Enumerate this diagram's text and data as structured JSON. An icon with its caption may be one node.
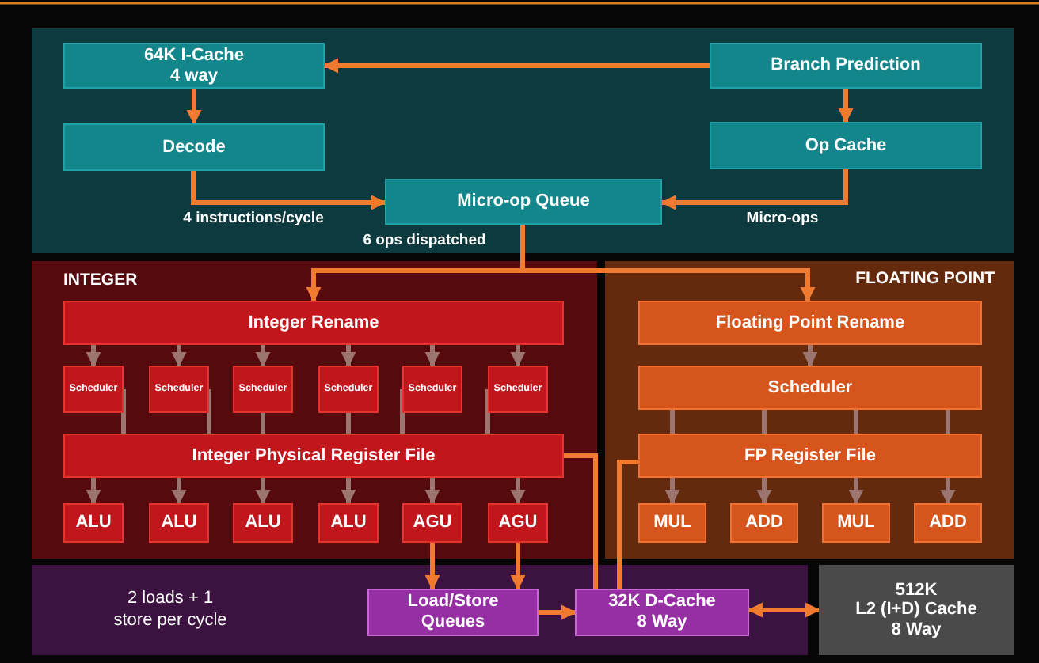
{
  "diagram": {
    "nodes": [
      {
        "text": [],
        "shape": "box"
      },
      {
        "text": [
          "64K I-Cache 4 way"
        ],
        "in": 0
      },
      {
        "text": [
          "Branch Prediction"
        ],
        "in": 0
      },
      {
        "text": [
          "Decode"
        ],
        "in": 0
      },
      {
        "text": [
          "Op Cache"
        ],
        "in": 0
      },
      {
        "text": [
          "Micro-op Queue"
        ],
        "in": 0
      },
      {
        "text": [
          "INTEGER"
        ]
      },
      {
        "text": [
          "Integer Rename"
        ],
        "in": 6
      },
      {
        "text": [
          "Scheduler"
        ],
        "in": 6
      },
      {
        "text": [
          "Scheduler"
        ],
        "in": 6
      },
      {
        "text": [
          "Scheduler"
        ],
        "in": 6
      },
      {
        "text": [
          "Scheduler"
        ],
        "in": 6
      },
      {
        "text": [
          "Scheduler"
        ],
        "in": 6
      },
      {
        "text": [
          "Scheduler"
        ],
        "in": 6
      },
      {
        "text": [
          "Integer Physical Register File"
        ],
        "in": 6
      },
      {
        "text": [
          "ALU"
        ],
        "in": 6
      },
      {
        "text": [
          "ALU"
        ],
        "in": 6
      },
      {
        "text": [
          "ALU"
        ],
        "in": 6
      },
      {
        "text": [
          "ALU"
        ],
        "in": 6
      },
      {
        "text": [
          "AGU"
        ],
        "in": 6
      },
      {
        "text": [
          "AGU"
        ],
        "in": 6
      },
      {
        "text": [
          "FLOATING POINT"
        ]
      },
      {
        "text": [
          "Floating Point Rename"
        ],
        "in": 21
      },
      {
        "text": [
          "Scheduler"
        ],
        "in": 21
      },
      {
        "text": [
          "FP Register File"
        ],
        "in": 21
      },
      {
        "text": [
          "MUL"
        ],
        "in": 21
      },
      {
        "text": [
          "ADD"
        ],
        "in": 21
      },
      {
        "text": [
          "MUL"
        ],
        "in": 21
      },
      {
        "text": [
          "ADD"
        ],
        "in": 21
      },
      {
        "text": [
          "2 loads + 1 store per cycle"
        ]
      },
      {
        "text": [
          "Load/Store Queues"
        ],
        "in": 29
      },
      {
        "text": [
          "32K D-Cache 8 Way"
        ],
        "in": 29
      },
      {
        "text": [
          "512K L2 (I+D) Cache 8 Way"
        ]
      }
    ],
    "edges": [
      {
        "from": 2,
        "to": 1,
        "arrow": "to"
      },
      {
        "from": 1,
        "to": 3,
        "arrow": "to"
      },
      {
        "from": 2,
        "to": 4,
        "arrow": "to"
      },
      {
        "from": 3,
        "to": 5,
        "arrow": "to",
        "label": "4 instructions/cycle"
      },
      {
        "from": 4,
        "to": 5,
        "arrow": "to",
        "label": "Micro-ops"
      },
      {
        "from": 5,
        "to": 7,
        "arrow": "to",
        "label": "6 ops dispatched"
      },
      {
        "from": 5,
        "to": 22,
        "arrow": "to"
      },
      {
        "from": 7,
        "to": 8,
        "arrow": "to",
        "color": "#9c7470"
      },
      {
        "from": 7,
        "to": 9,
        "arrow": "to",
        "color": "#9c7470"
      },
      {
        "from": 7,
        "to": 10,
        "arrow": "to",
        "color": "#9c7470"
      },
      {
        "from": 7,
        "to": 11,
        "arrow": "to",
        "color": "#9c7470"
      },
      {
        "from": 7,
        "to": 12,
        "arrow": "to",
        "color": "#9c7470"
      },
      {
        "from": 7,
        "to": 13,
        "arrow": "to",
        "color": "#9c7470"
      },
      {
        "from": 8,
        "to": 14,
        "arrow": "none",
        "color": "#9c7470"
      },
      {
        "from": 9,
        "to": 14,
        "arrow": "none",
        "color": "#9c7470"
      },
      {
        "from": 10,
        "to": 14,
        "arrow": "none",
        "color": "#9c7470"
      },
      {
        "from": 11,
        "to": 14,
        "arrow": "none",
        "color": "#9c7470"
      },
      {
        "from": 12,
        "to": 14,
        "arrow": "none",
        "color": "#9c7470"
      },
      {
        "from": 13,
        "to": 14,
        "arrow": "none",
        "color": "#9c7470"
      },
      {
        "from": 22,
        "to": 23,
        "arrow": "to",
        "color": "#9c7470"
      },
      {
        "from": 23,
        "to": 24,
        "arrow": "none",
        "color": "#9c7470"
      },
      {
        "from": 23,
        "to": 24,
        "arrow": "none",
        "color": "#9c7470"
      },
      {
        "from": 23,
        "to": 24,
        "arrow": "none",
        "color": "#9c7470"
      },
      {
        "from": 23,
        "to": 24,
        "arrow": "none",
        "color": "#9c7470"
      },
      {
        "from": 19,
        "to": 30,
        "arrow": "to"
      },
      {
        "from": 20,
        "to": 30,
        "arrow": "to"
      },
      {
        "from": 30,
        "to": 31,
        "arrow": "to"
      },
      {
        "from": 31,
        "to": 32,
        "arrow": "both"
      },
      {
        "from": 14,
        "to": 31,
        "arrow": "none"
      },
      {
        "from": 24,
        "to": 31,
        "arrow": "none"
      },
      {
        "from": 14,
        "to": 15,
        "arrow": "to",
        "color": "#9c7470"
      },
      {
        "from": 14,
        "to": 16,
        "arrow": "to",
        "color": "#9c7470"
      },
      {
        "from": 14,
        "to": 17,
        "arrow": "to",
        "color": "#9c7470"
      },
      {
        "from": 14,
        "to": 18,
        "arrow": "to",
        "color": "#9c7470"
      },
      {
        "from": 14,
        "to": 19,
        "arrow": "to",
        "color": "#9c7470"
      },
      {
        "from": 14,
        "to": 20,
        "arrow": "to",
        "color": "#9c7470"
      },
      {
        "from": 24,
        "to": 25,
        "arrow": "to",
        "color": "#9c7470"
      },
      {
        "from": 24,
        "to": 26,
        "arrow": "to",
        "color": "#9c7470"
      },
      {
        "from": 24,
        "to": 27,
        "arrow": "to",
        "color": "#9c7470"
      },
      {
        "from": 24,
        "to": 28,
        "arrow": "to",
        "color": "#9c7470"
      }
    ]
  }
}
